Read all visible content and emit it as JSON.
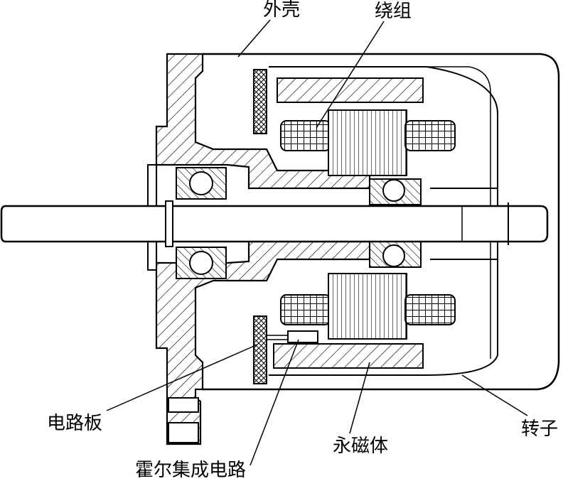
{
  "labels": {
    "housing": "外壳",
    "winding": "绕组",
    "circuit_board": "电路板",
    "permanent_magnet": "永磁体",
    "rotor": "转子",
    "hall_ic": "霍尔集成电路"
  }
}
